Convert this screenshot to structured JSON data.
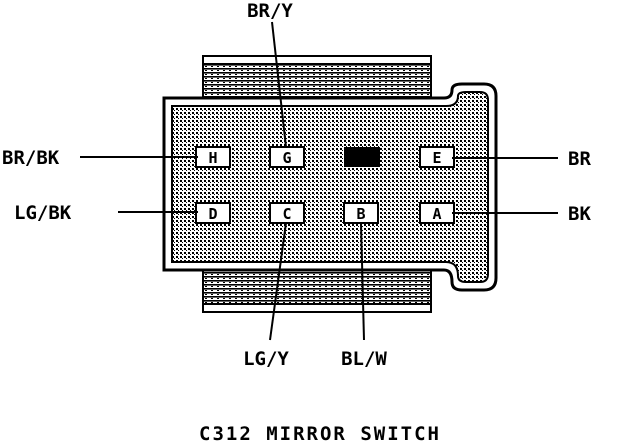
{
  "caption": "C312 MIRROR SWITCH",
  "pins": {
    "H": "H",
    "G": "G",
    "E": "E",
    "D": "D",
    "C": "C",
    "B": "B",
    "A": "A"
  },
  "wires": {
    "top_g": "BR/Y",
    "left_h": "BR/BK",
    "left_d": "LG/BK",
    "right_e": "BR",
    "right_a": "BK",
    "bottom_c": "LG/Y",
    "bottom_b": "BL/W"
  },
  "colors": {
    "ink": "#000000",
    "paper": "#ffffff"
  }
}
